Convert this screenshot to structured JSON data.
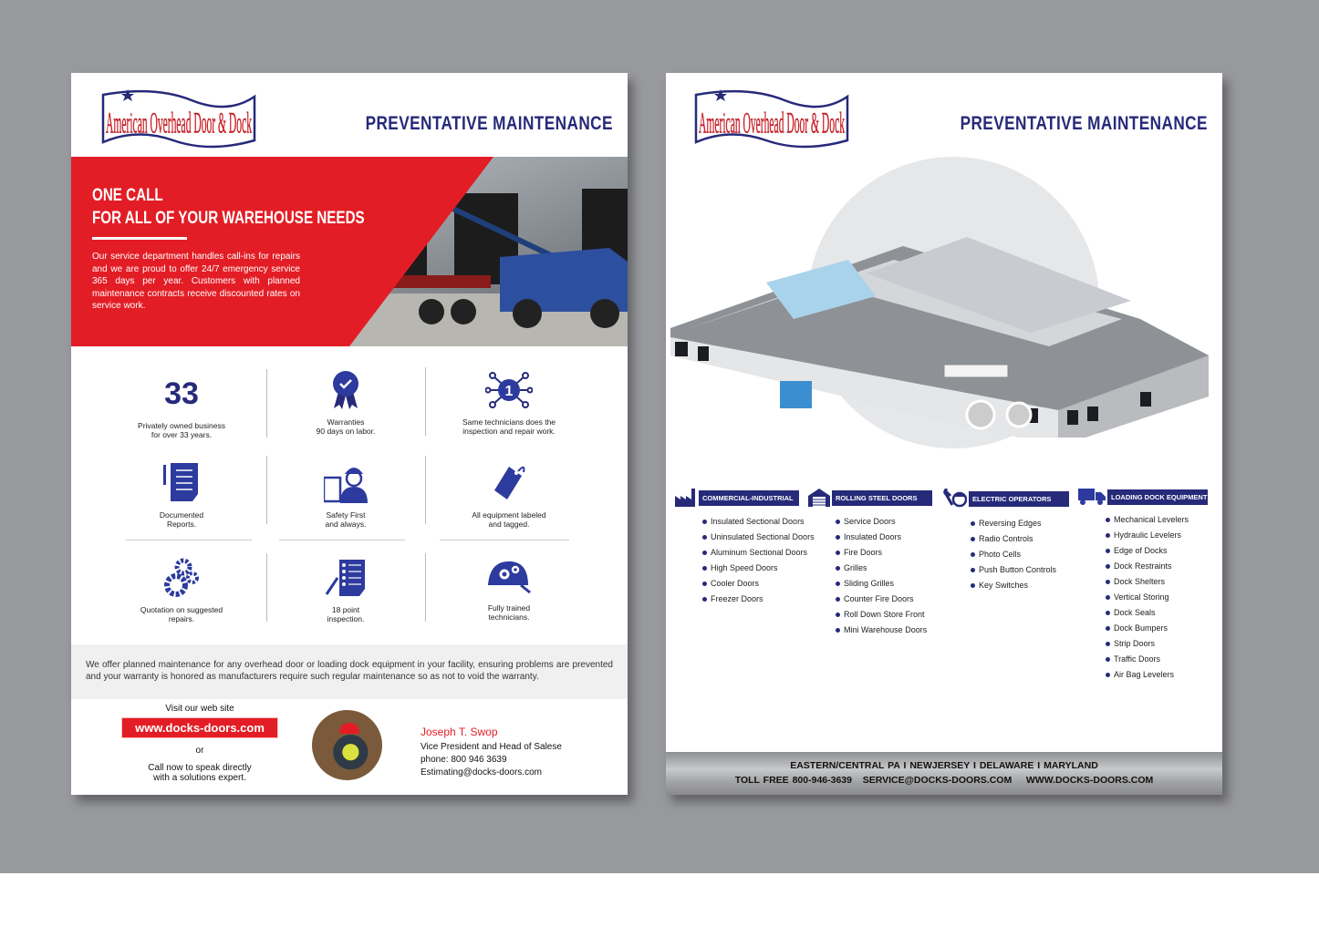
{
  "brand": {
    "logo_text": "American Overhead Door & Dock",
    "primary_color": "#262a79",
    "accent_color": "#e31d25"
  },
  "page1": {
    "title": "PREVENTATIVE MAINTENANCE",
    "hero": {
      "heading_line1": "ONE CALL",
      "heading_line2": "FOR ALL OF YOUR WAREHOUSE NEEDS",
      "body": "Our service department handles call-ins for repairs and we are proud to offer 24/7 emergency service 365 days per year. Customers with planned maintenance contracts receive discounted rates on service work."
    },
    "features": [
      {
        "icon": "33",
        "line1": "Privately owned business",
        "line2": "for over 33 years."
      },
      {
        "icon": "award-ribbon-icon",
        "line1": "Warranties",
        "line2": "90 days on labor."
      },
      {
        "icon": "1",
        "line1": "Same technicians does the",
        "line2": "inspection and repair work."
      },
      {
        "icon": "document-icon",
        "line1": "Documented",
        "line2": "Reports."
      },
      {
        "icon": "worker-clipboard-icon",
        "line1": "Safety First",
        "line2": "and always."
      },
      {
        "icon": "tag-icon",
        "line1": "All equipment labeled",
        "line2": "and tagged."
      },
      {
        "icon": "gears-icon",
        "line1": "Quotation on suggested",
        "line2": "repairs."
      },
      {
        "icon": "checklist-icon",
        "line1": "18 point",
        "line2": "inspection."
      },
      {
        "icon": "hardhat-gears-icon",
        "line1": "Fully trained",
        "line2": "technicians."
      }
    ],
    "note": "We offer planned maintenance for any overhead door or loading dock equipment in your facility, ensuring problems are prevented and your warranty is honored as manufacturers require such regular maintenance so as not to void the warranty.",
    "visit": {
      "label": "Visit our web site",
      "url": "www.docks-doors.com",
      "or": "or",
      "call_line1": "Call now to speak directly",
      "call_line2": "with a solutions expert."
    },
    "contact": {
      "name": "Joseph T. Swop",
      "role": "Vice President and Head of Salese",
      "phone": "phone: 800 946 3639",
      "email": "Estimating@docks-doors.com"
    }
  },
  "page2": {
    "title": "PREVENTATIVE MAINTENANCE",
    "categories": [
      {
        "icon": "factory-icon",
        "label": "COMMERCIAL-INDUSTRIAL",
        "items": [
          "Insulated Sectional Doors",
          "Uninsulated Sectional Doors",
          "Aluminum Sectional Doors",
          "High Speed Doors",
          "Cooler Doors",
          "Freezer Doors"
        ]
      },
      {
        "icon": "garage-door-icon",
        "label": "ROLLING STEEL DOORS",
        "items": [
          "Service Doors",
          "Insulated Doors",
          "Fire Doors",
          "Grilles",
          "Sliding Grilles",
          "Counter Fire Doors",
          "Roll Down Store Front",
          "Mini Warehouse Doors"
        ]
      },
      {
        "icon": "wrench-worker-icon",
        "label": "ELECTRIC OPERATORS",
        "items": [
          "Reversing Edges",
          "Radio Controls",
          "Photo Cells",
          "Push Button Controls",
          "Key Switches"
        ]
      },
      {
        "icon": "truck-icon",
        "label": "LOADING DOCK EQUIPMENT",
        "items": [
          "Mechanical Levelers",
          "Hydraulic Levelers",
          "Edge of Docks",
          "Dock Restraints",
          "Dock Shelters",
          "Vertical Storing",
          "Dock Seals",
          "Dock Bumpers",
          "Strip Doors",
          "Traffic Doors",
          "Air Bag Levelers"
        ]
      }
    ],
    "footer": {
      "regions": "EASTERN/CENTRAL PA I NEWJERSEY I DELAWARE I MARYLAND",
      "contact": "TOLL FREE 800-946-3639   SERVICE@DOCKS-DOORS.COM    WWW.DOCKS-DOORS.COM"
    }
  }
}
